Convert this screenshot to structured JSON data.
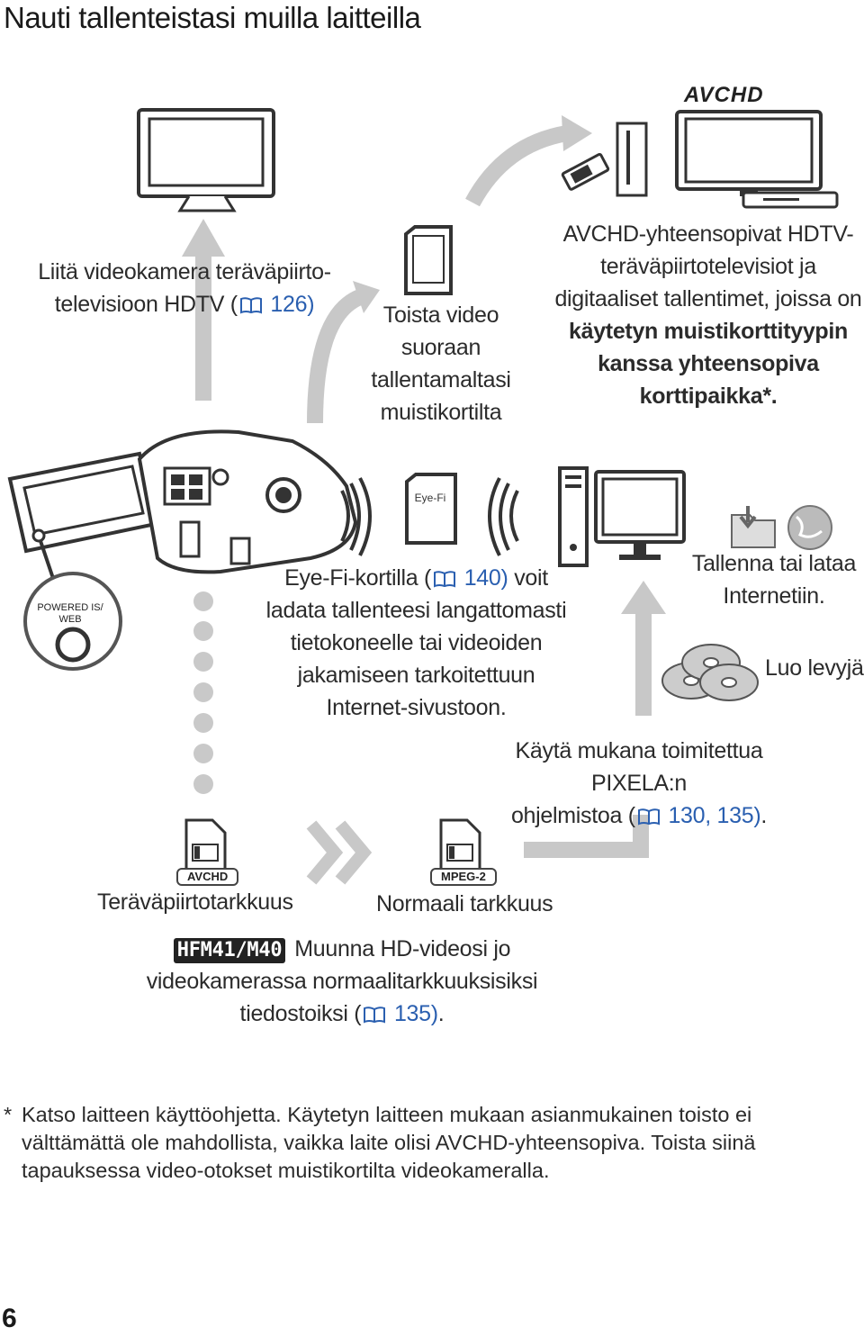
{
  "page_title": "Nauti tallenteistasi muilla laitteilla",
  "page_number": "6",
  "logo_avchd": "AVCHD",
  "hdtv_connect": {
    "line1": "Liitä videokamera teräväpiirto-",
    "line2_text": "televisioon HDTV (",
    "line2_ref": "126)"
  },
  "play_from_card": [
    "Toista video",
    "suoraan",
    "tallentamaltasi",
    "muistikortilta"
  ],
  "avchd_devices": {
    "line1": "AVCHD-yhteensopivat HDTV-",
    "line2": "teräväpiirtotelevisiot ja",
    "line3": "digitaaliset tallentimet, joissa on",
    "line4": "käytetyn muistikorttityypin",
    "line5": "kanssa yhteensopiva",
    "line6": "korttipaikka*."
  },
  "eyefi_card_label": "Eye-Fi",
  "eyefi_text": {
    "line1_pre": "Eye-Fi-kortilla (",
    "line1_ref": "140)",
    "line1_post": " voit",
    "line2": "ladata tallenteesi langattomasti",
    "line3": "tietokoneelle tai videoiden",
    "line4": "jakamiseen tarkoitettuun",
    "line5": "Internet-sivustoon."
  },
  "button_label": [
    "POWERED IS/",
    "WEB"
  ],
  "save_upload": [
    "Tallenna tai lataa",
    "Internetiin."
  ],
  "create_discs": "Luo levyjä",
  "pixela": {
    "line1": "Käytä mukana toimitettua PIXELA:n",
    "line2_pre": "ohjelmistoa (",
    "line2_ref": "130, 135)",
    "line2_post": "."
  },
  "file_avchd_tag": "AVCHD",
  "file_mpeg_tag": "MPEG-2",
  "hd_quality": "Teräväpiirtotarkkuus",
  "normal_quality": "Normaali tarkkuus",
  "convert": {
    "badge": "HFM41/M40",
    "line1": "Muunna HD-videosi jo",
    "line2": "videokamerassa normaalitarkkuuksisiksi",
    "line3_pre": "tiedostoiksi (",
    "line3_ref": "135)",
    "line3_post": "."
  },
  "footnote": {
    "mark": "*",
    "line1": "Katso laitteen käyttöohjetta. Käytetyn laitteen mukaan asianmukainen toisto ei",
    "line2": "välttämättä ole mahdollista, vaikka laite olisi AVCHD-yhteensopiva. Toista siinä",
    "line3": "tapauksessa video-otokset muistikortilta videokameralla."
  },
  "colors": {
    "link_blue": "#2a5fb0",
    "arrow_gray": "#c8c8c8",
    "text": "#2b2b2b"
  }
}
